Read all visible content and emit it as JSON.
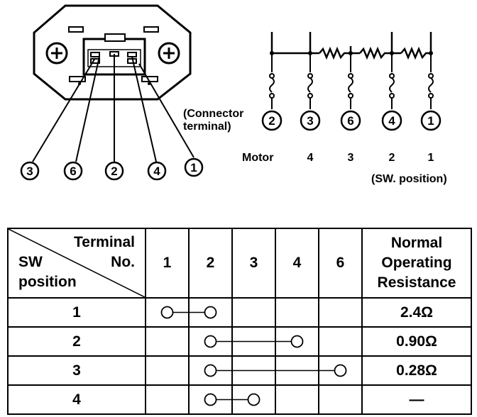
{
  "connector_labels": [
    "3",
    "6",
    "2",
    "4",
    "1"
  ],
  "schematic": {
    "connector_terminal_label_line1": "(Connector",
    "connector_terminal_label_line2": "terminal)",
    "terminals": [
      "2",
      "3",
      "6",
      "4",
      "1"
    ],
    "motor_label": "Motor",
    "positions": [
      "4",
      "3",
      "2",
      "1"
    ],
    "sw_position_label": "(SW. position)"
  },
  "table": {
    "header_terminal": "Terminal",
    "header_no": "No.",
    "header_sw": "SW",
    "header_position": "position",
    "columns": [
      "1",
      "2",
      "3",
      "4",
      "6"
    ],
    "resistance_header": [
      "Normal",
      "Operating",
      "Resistance"
    ],
    "rows": [
      {
        "position": "1",
        "connect": [
          "1",
          "2"
        ],
        "resistance": "2.4Ω"
      },
      {
        "position": "2",
        "connect": [
          "2",
          "4"
        ],
        "resistance": "0.90Ω"
      },
      {
        "position": "3",
        "connect": [
          "2",
          "6"
        ],
        "resistance": "0.28Ω"
      },
      {
        "position": "4",
        "connect": [
          "2",
          "3"
        ],
        "resistance": "—"
      }
    ]
  }
}
